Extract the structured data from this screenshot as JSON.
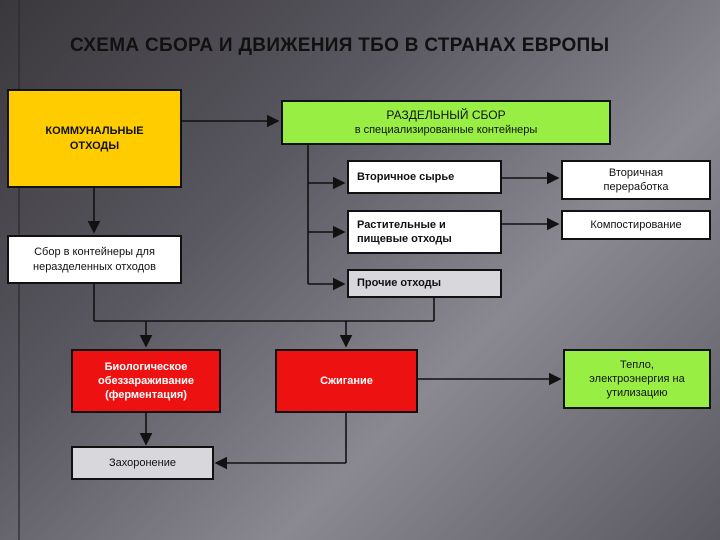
{
  "title": "СХЕМА СБОРА И ДВИЖЕНИЯ ТБО В СТРАНАХ ЕВРОПЫ",
  "nodes": {
    "municipal": {
      "line1": "КОММУНАЛЬНЫЕ",
      "line2": "ОТХОДЫ"
    },
    "separate": {
      "line1": "РАЗДЕЛЬНЫЙ СБОР",
      "line2": "в специализированные контейнеры"
    },
    "secondary_raw": {
      "label": "Вторичное сырье"
    },
    "secondary_processing": {
      "line1": "Вторичная",
      "line2": "переработка"
    },
    "plant_food": {
      "line1": "Растительные и",
      "line2": "пищевые отходы"
    },
    "composting": {
      "label": "Компостирование"
    },
    "other_waste": {
      "label": "Прочие отходы"
    },
    "unsorted_collection": {
      "line1": "Сбор в контейнеры для",
      "line2": "неразделенных отходов"
    },
    "bio_disinfection": {
      "line1": "Биологическое",
      "line2": "обеззараживание",
      "line3": "(ферментация)"
    },
    "incineration": {
      "label": "Сжигание"
    },
    "heat_energy": {
      "line1": "Тепло,",
      "line2": "электроэнергия на",
      "line3": "утилизацию"
    },
    "burial": {
      "label": "Захоронение"
    }
  }
}
